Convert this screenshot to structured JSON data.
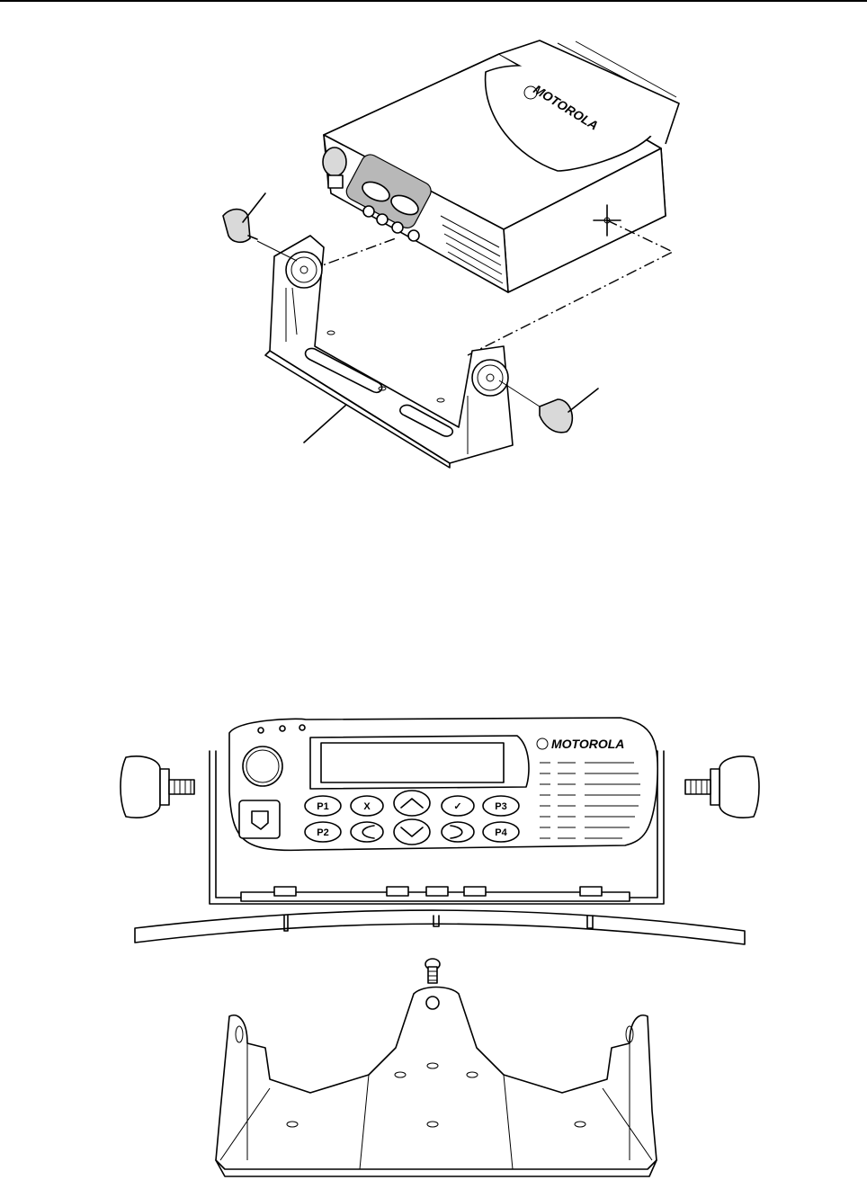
{
  "brand": "MOTOROLA",
  "front_panel_buttons": {
    "p1": "P1",
    "x": "X",
    "check": "✓",
    "p3": "P3",
    "p2": "P2",
    "p4": "P4"
  },
  "colors": {
    "ink": "#000000",
    "panel_fill": "#d9d9d9",
    "background": "#ffffff"
  }
}
